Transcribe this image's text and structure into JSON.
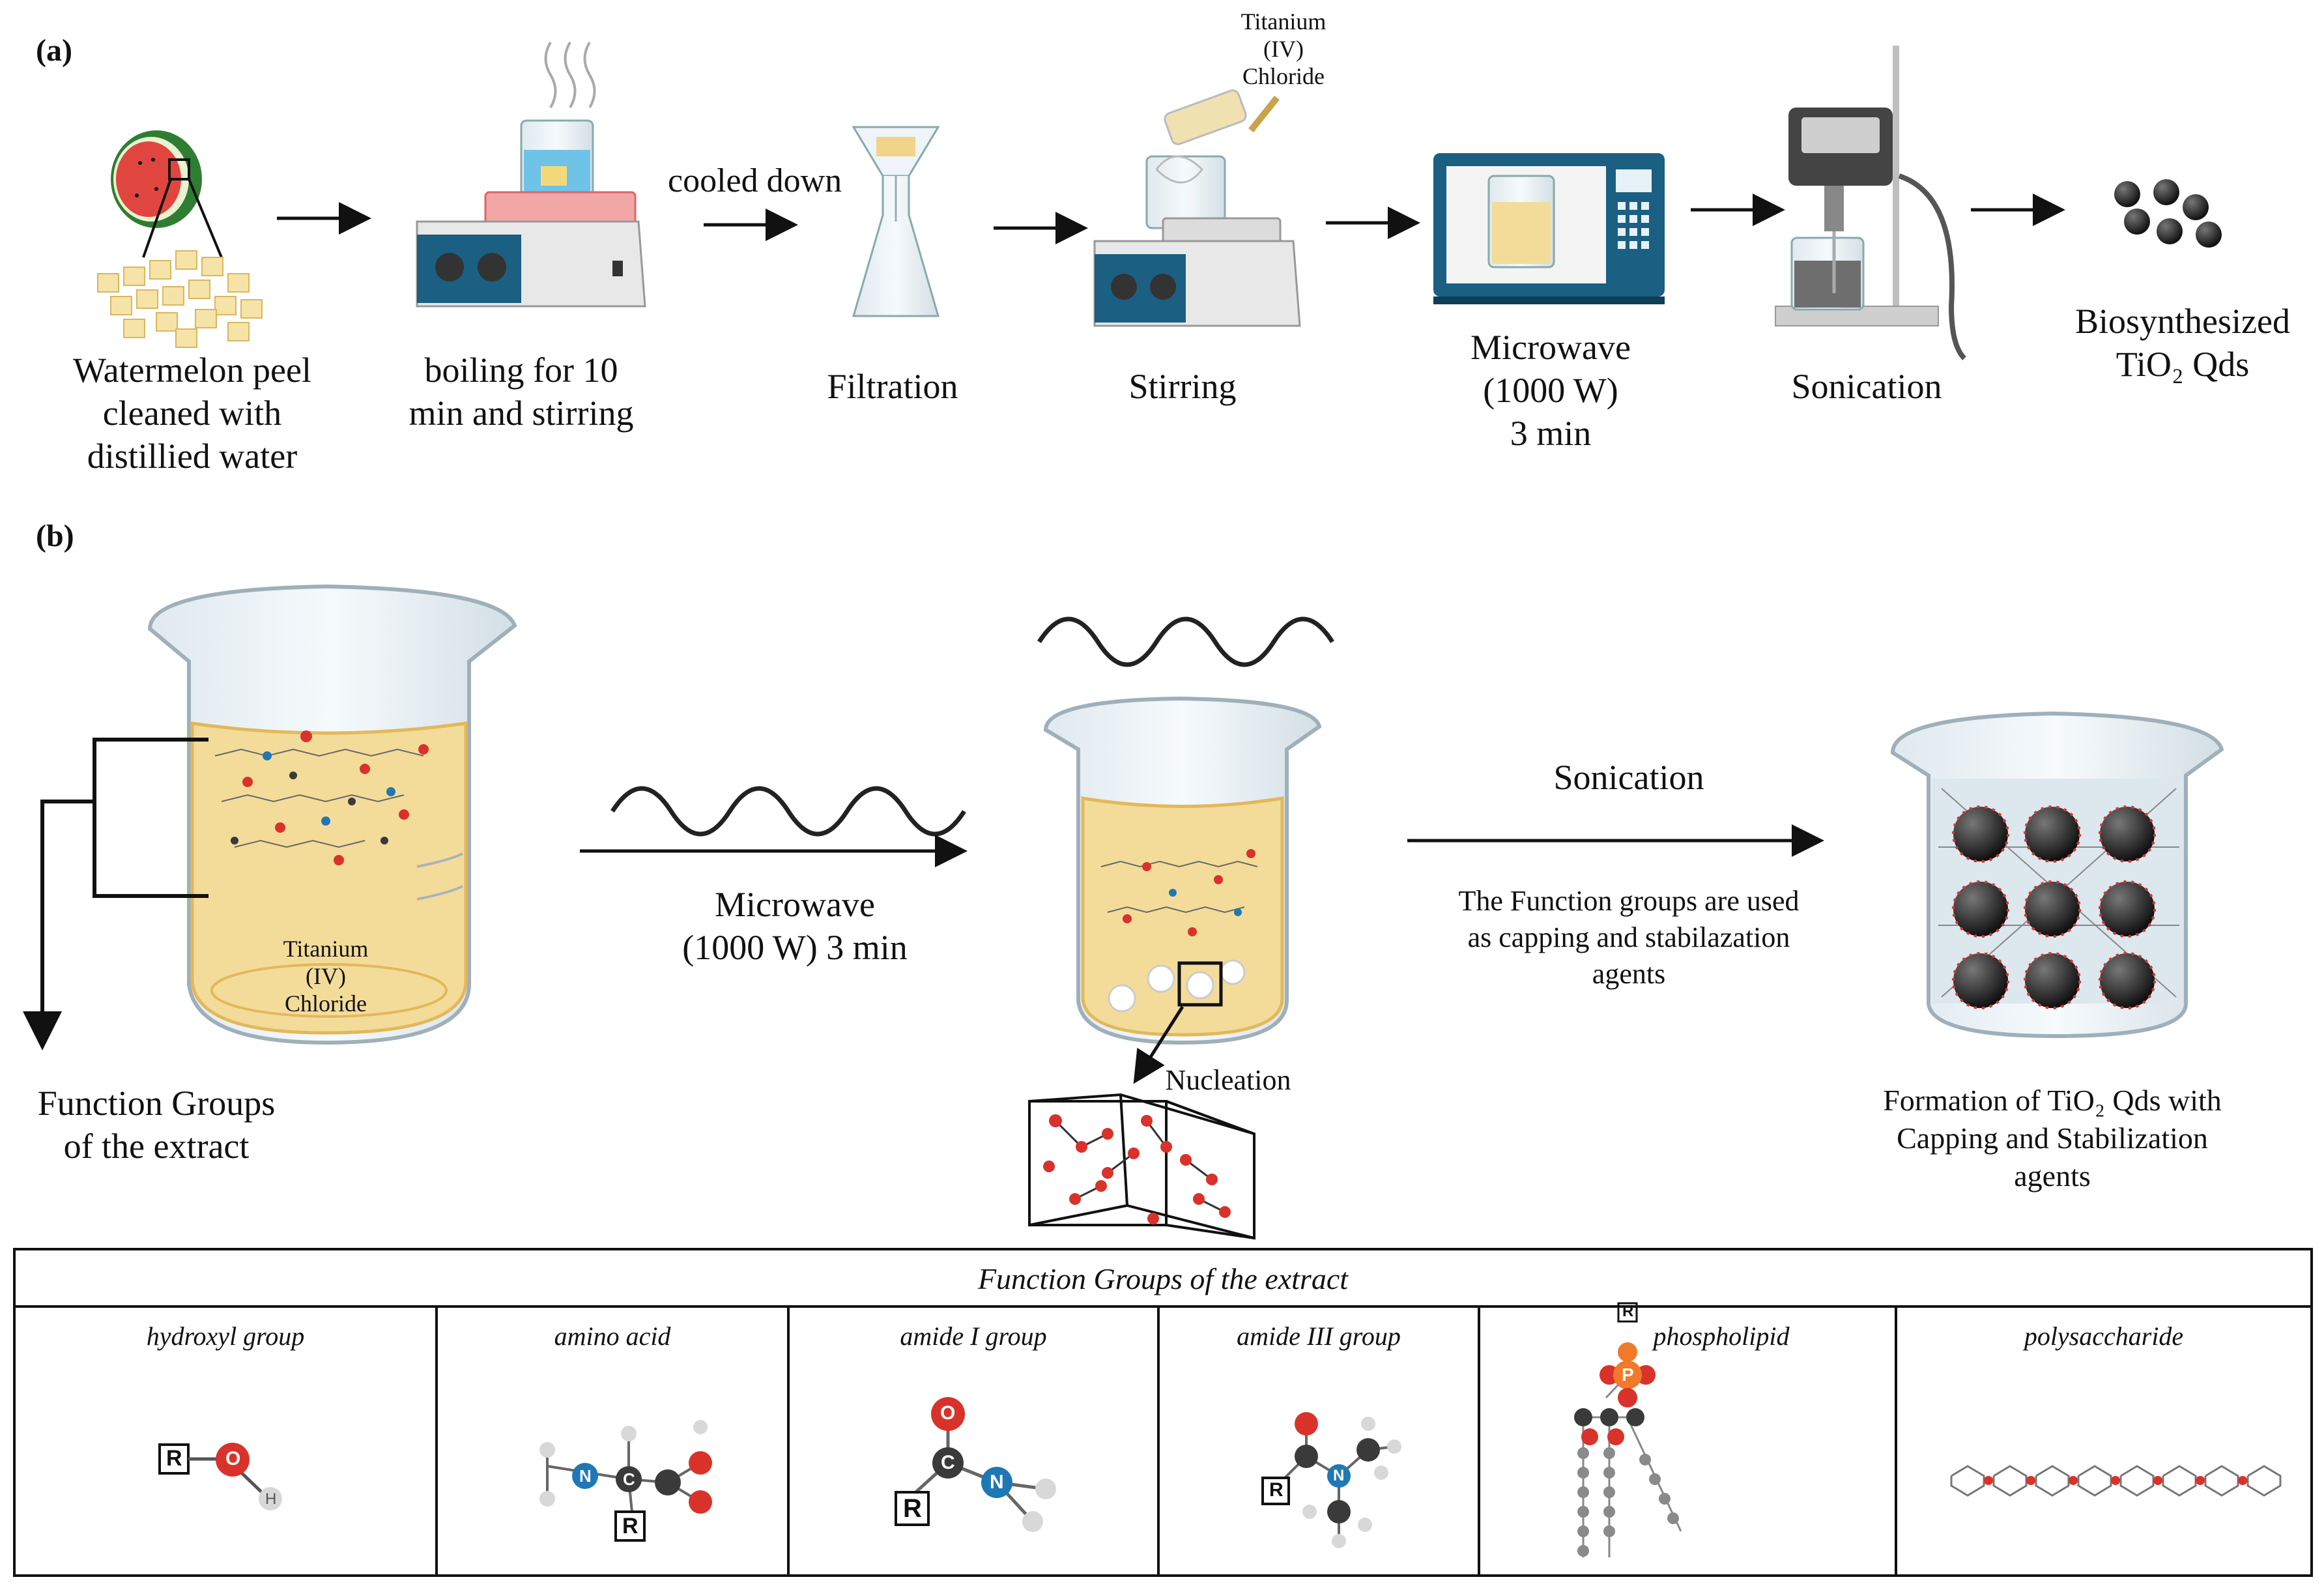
{
  "panel_a": {
    "label": "(a)",
    "steps": [
      {
        "id": "peel",
        "label_lines": [
          "Watermelon peel",
          "cleaned with",
          "distillied water"
        ]
      },
      {
        "id": "boil",
        "label_lines": [
          "boiling for 10",
          "min and stirring"
        ]
      },
      {
        "id": "filter",
        "label_lines": [
          "Filtration"
        ]
      },
      {
        "id": "stir",
        "label_lines": [
          "Stirring"
        ]
      },
      {
        "id": "micro",
        "label_lines": [
          "Microwave",
          "(1000 W)",
          "3 min"
        ]
      },
      {
        "id": "sonic",
        "label_lines": [
          "Sonication"
        ]
      },
      {
        "id": "product",
        "label_lines": [
          "Biosynthesized",
          "TiO₂ Qds"
        ]
      }
    ],
    "arrow_note": "cooled down",
    "reagent_lines": [
      "Titanium",
      "(IV)",
      "Chloride"
    ]
  },
  "panel_b": {
    "label": "(b)",
    "beaker_text_lines": [
      "Titanium",
      "(IV)",
      "Chloride"
    ],
    "bracket_label_lines": [
      "Function Groups",
      "of the extract"
    ],
    "microwave_label_lines": [
      "Microwave",
      "(1000 W) 3 min"
    ],
    "nucleation": "Nucleation",
    "sonication": "Sonication",
    "sonication_note_lines": [
      "The Function groups are used",
      "as capping and stabilazation",
      "agents"
    ],
    "formation_lines": [
      "Formation of TiO₂ Qds with",
      "Capping and Stabilization",
      "agents"
    ]
  },
  "table": {
    "title": "Function Groups of the extract",
    "groups": [
      "hydroxyl group",
      "amino acid",
      "amide I group",
      "amide III group",
      "phospholipid",
      "polysaccharide"
    ],
    "atom_labels": {
      "R": "R",
      "O": "O",
      "H": "H",
      "N": "N",
      "C": "C",
      "P": "P"
    }
  },
  "colors": {
    "liquid": "#f3dc9a",
    "liquid_edge": "#e3b85a",
    "oxygen": "#d9322b",
    "nitrogen": "#1f78b4",
    "carbon": "#3a3a3a",
    "hydrogen": "#d8d8d8",
    "phosphorus": "#f07a2a",
    "device_blue": "#1b5f82"
  }
}
